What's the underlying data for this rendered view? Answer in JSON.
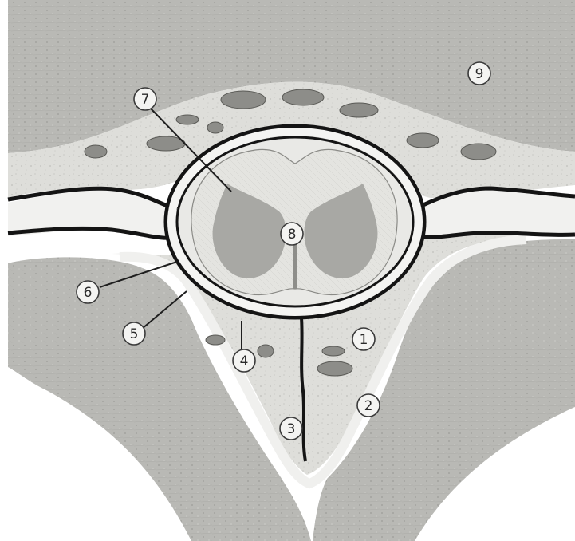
{
  "labels": [
    {
      "id": "1",
      "text": "1"
    },
    {
      "id": "2",
      "text": "2"
    },
    {
      "id": "3",
      "text": "3"
    },
    {
      "id": "4",
      "text": "4"
    },
    {
      "id": "5",
      "text": "5"
    },
    {
      "id": "6",
      "text": "6"
    },
    {
      "id": "7",
      "text": "7"
    },
    {
      "id": "8",
      "text": "8"
    },
    {
      "id": "9",
      "text": "9"
    }
  ],
  "colors": {
    "muscle": "#b8b8b4",
    "fat": "#dcdcd8",
    "dura_band": "#f2f2f0",
    "outline": "#161616",
    "cord_white": "#e6e6e2",
    "cord_grey": "#9c9c98",
    "background": "#ffffff"
  }
}
